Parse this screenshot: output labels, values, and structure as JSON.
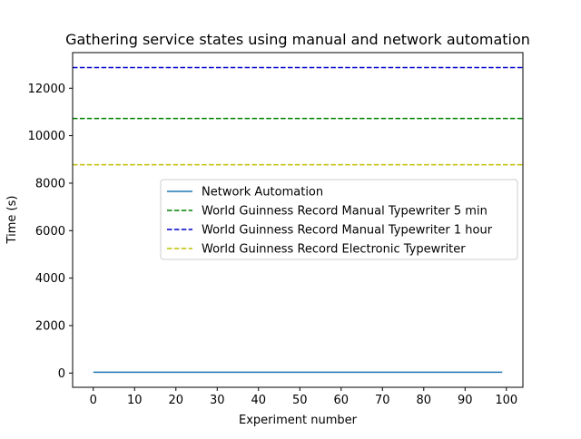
{
  "chart_data": {
    "type": "line",
    "title": "Gathering service states using manual and network automation",
    "xlabel": "Experiment number",
    "ylabel": "Time (s)",
    "xlim": [
      -5,
      104
    ],
    "ylim": [
      -600,
      13500
    ],
    "xticks": [
      0,
      10,
      20,
      30,
      40,
      50,
      60,
      70,
      80,
      90,
      100
    ],
    "yticks": [
      0,
      2000,
      4000,
      6000,
      8000,
      10000,
      12000
    ],
    "grid": false,
    "legend_position": "center-right",
    "series": [
      {
        "name": "Network Automation",
        "color": "#1f77b4",
        "style": "solid",
        "x": [
          0,
          99
        ],
        "y": [
          35,
          35
        ]
      },
      {
        "name": "World Guinness Record Manual Typewriter 5 min",
        "color": "#008000",
        "style": "dashed",
        "y": 10727
      },
      {
        "name": "World Guinness Record Manual Typewriter 1 hour",
        "color": "#0000cc",
        "style": "dashed",
        "y": 12870
      },
      {
        "name": "World Guinness Record Electronic Typewriter",
        "color": "#bfbf00",
        "style": "dashed",
        "y": 8775
      }
    ]
  }
}
